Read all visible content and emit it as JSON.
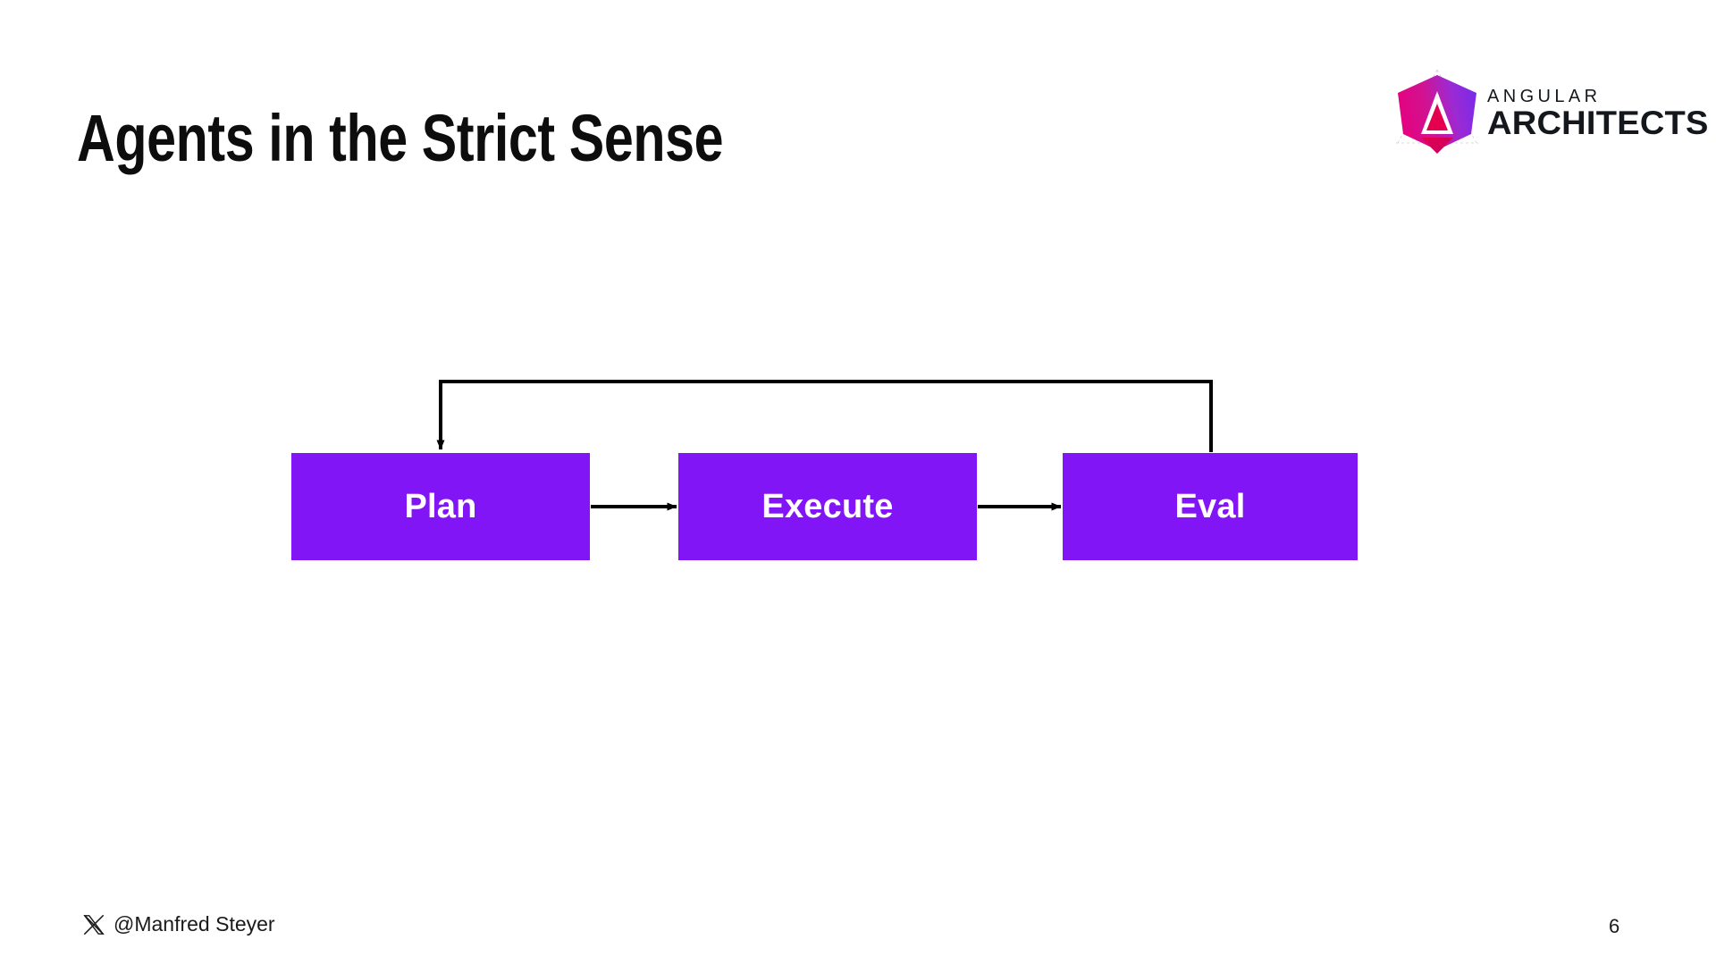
{
  "slide": {
    "title": "Agents in the Strict Sense",
    "background_color": "#ffffff",
    "page_number": "6"
  },
  "logo": {
    "name": "angular-architects-logo",
    "line1": "ANGULAR",
    "line2": "ARCHITECTS",
    "text_color": "#14181c",
    "gradient_from": "#e6007e",
    "gradient_to": "#7c3aed",
    "accent_color": "#e4004f"
  },
  "diagram": {
    "type": "flow",
    "accent_color": "#8215f6",
    "label_color": "#ffffff",
    "line_color": "#000000",
    "nodes": [
      {
        "id": "plan",
        "label": "Plan"
      },
      {
        "id": "execute",
        "label": "Execute"
      },
      {
        "id": "eval",
        "label": "Eval"
      }
    ],
    "edges": [
      {
        "from": "plan",
        "to": "execute",
        "kind": "arrow-right"
      },
      {
        "from": "execute",
        "to": "eval",
        "kind": "arrow-right"
      },
      {
        "from": "eval",
        "to": "plan",
        "kind": "feedback-loop-top"
      }
    ]
  },
  "footer": {
    "social_icon": "x-twitter-icon",
    "handle": "@Manfred Steyer"
  }
}
